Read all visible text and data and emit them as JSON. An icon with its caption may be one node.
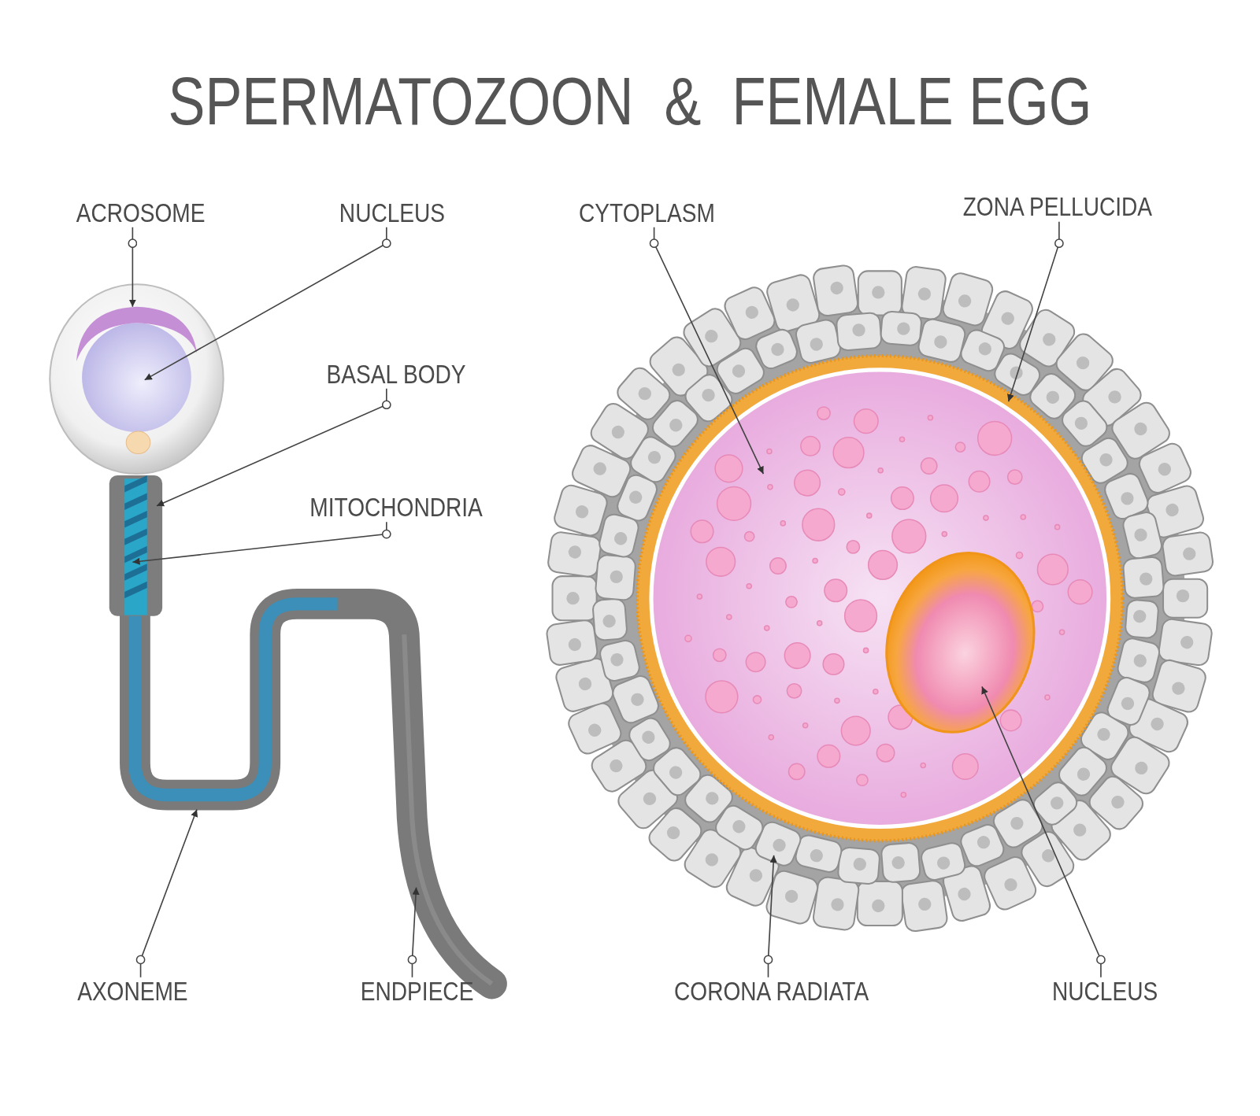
{
  "diagram": {
    "title": "SPERMATOZOON  &  FEMALE EGG",
    "nodes": [
      {
        "text": [
          "ACROSOME"
        ]
      },
      {
        "text": [
          "NUCLEUS"
        ]
      },
      {
        "text": [
          "CYTOPLASM"
        ]
      },
      {
        "text": [
          "ZONA PELLUCIDA"
        ]
      },
      {
        "text": [
          "BASAL BODY"
        ]
      },
      {
        "text": [
          "MITOCHONDRIA"
        ]
      },
      {
        "text": [
          "AXONEME"
        ]
      },
      {
        "text": [
          "ENDPIECE"
        ]
      },
      {
        "text": [
          "CORONA RADIATA"
        ]
      },
      {
        "text": [
          "NUCLEUS"
        ]
      }
    ],
    "edges": [
      {
        "from": 0,
        "to": null,
        "arrow": "to"
      },
      {
        "from": 1,
        "to": null,
        "arrow": "to"
      },
      {
        "from": 2,
        "to": null,
        "arrow": "to"
      },
      {
        "from": 3,
        "to": null,
        "arrow": "to"
      },
      {
        "from": 4,
        "to": null,
        "arrow": "to"
      },
      {
        "from": 5,
        "to": null,
        "arrow": "to"
      },
      {
        "from": 6,
        "to": null,
        "arrow": "to"
      },
      {
        "from": 7,
        "to": null,
        "arrow": "to"
      },
      {
        "from": 8,
        "to": null,
        "arrow": "to"
      },
      {
        "from": 9,
        "to": null,
        "arrow": "to"
      }
    ]
  }
}
